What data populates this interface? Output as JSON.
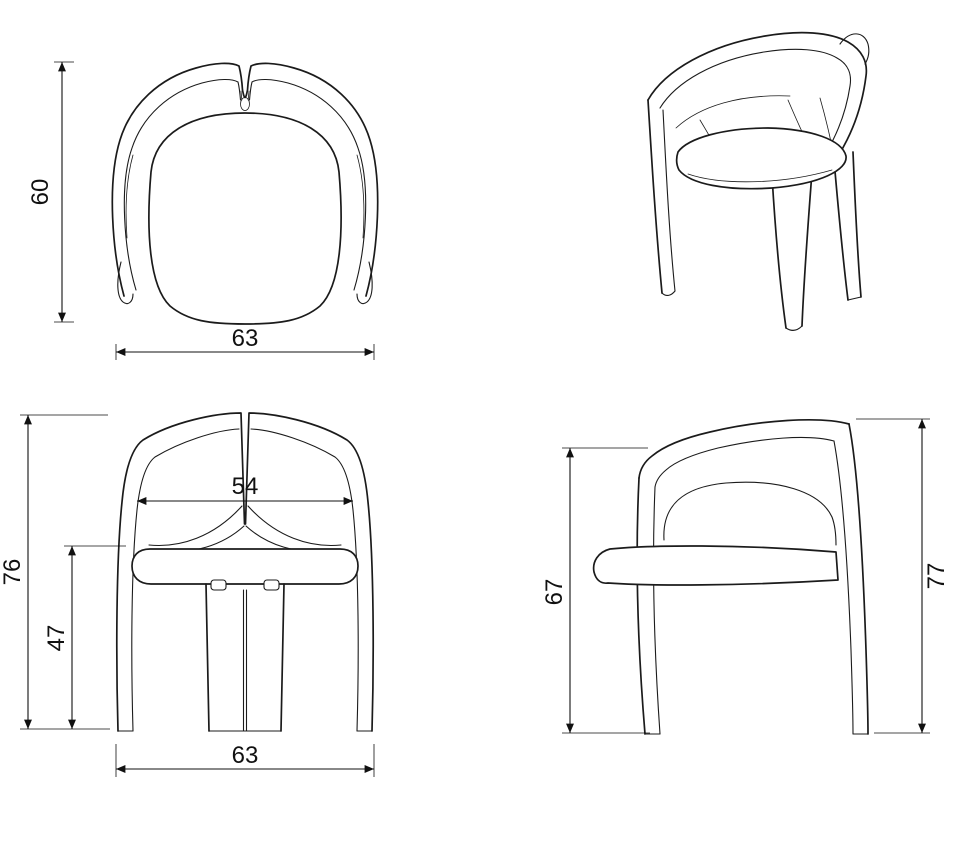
{
  "diagram": {
    "colors": {
      "line": "#1b1b1b",
      "dimension": "#111111",
      "background": "#ffffff"
    },
    "top_view": {
      "depth": "60",
      "width": "63"
    },
    "front_view": {
      "overall_height": "76",
      "seat_height": "47",
      "backrest_inner_width": "54",
      "overall_width": "63"
    },
    "side_view": {
      "front_height": "67",
      "overall_height": "77"
    }
  }
}
